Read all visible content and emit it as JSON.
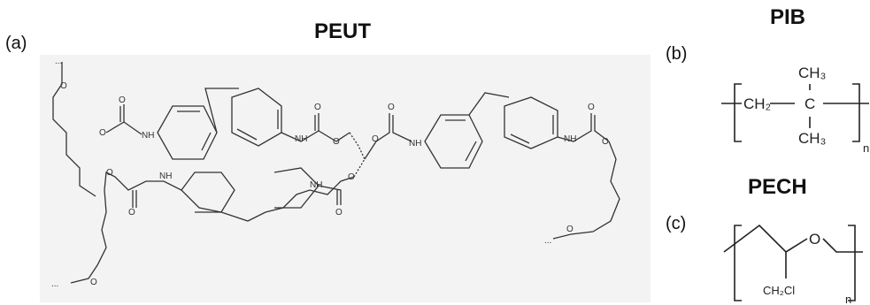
{
  "panels": {
    "a": {
      "label": "(a)",
      "title": "PEUT"
    },
    "b": {
      "label": "(b)",
      "title": "PIB"
    },
    "c": {
      "label": "(c)",
      "title": "PECH"
    }
  },
  "peut": {
    "atoms": {
      "o": "O",
      "nh": "NH",
      "dots": "..."
    }
  },
  "pib": {
    "ch2": "CH₂",
    "c": "C",
    "ch3_top": "CH₃",
    "ch3_bottom": "CH₃",
    "n": "n"
  },
  "pech": {
    "o": "O",
    "ch2cl": "CH₂Cl",
    "n": "n"
  }
}
